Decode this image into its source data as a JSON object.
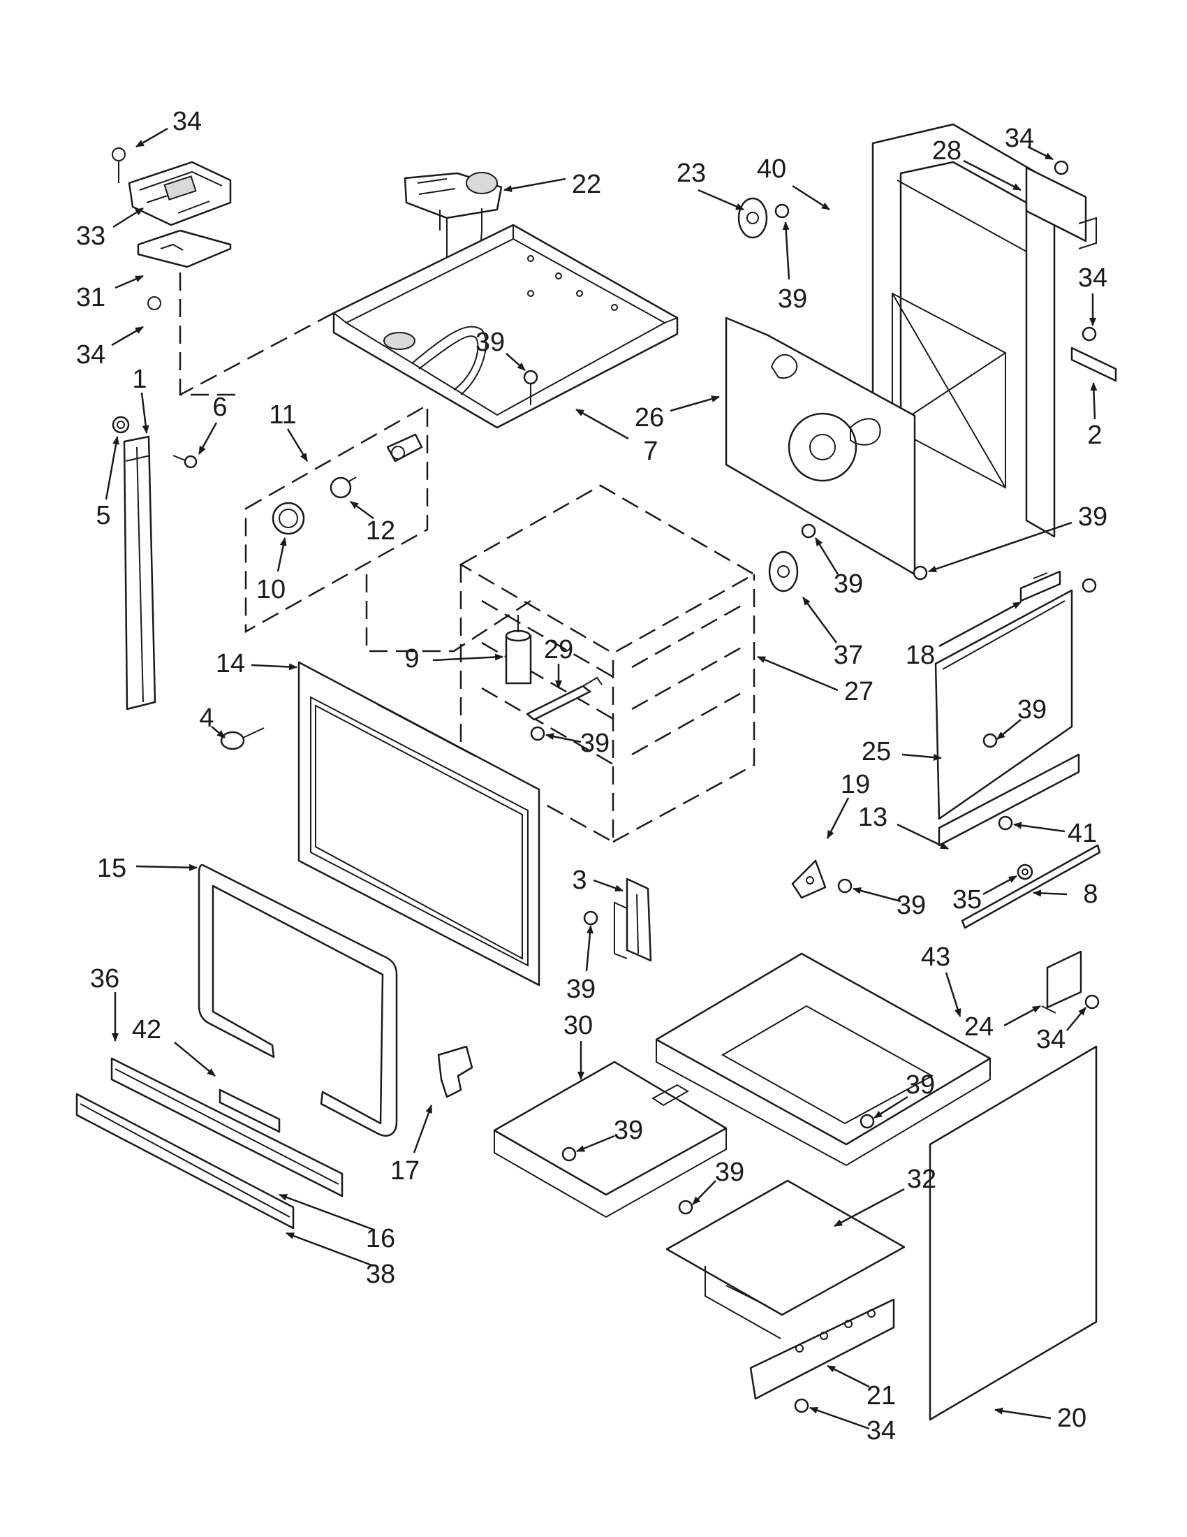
{
  "callouts": [
    {
      "id": "c34a",
      "text": "34"
    },
    {
      "id": "c33",
      "text": "33"
    },
    {
      "id": "c31",
      "text": "31"
    },
    {
      "id": "c34b",
      "text": "34"
    },
    {
      "id": "c1",
      "text": "1"
    },
    {
      "id": "c6",
      "text": "6"
    },
    {
      "id": "c5",
      "text": "5"
    },
    {
      "id": "c22",
      "text": "22"
    },
    {
      "id": "c39a",
      "text": "39"
    },
    {
      "id": "c7",
      "text": "7"
    },
    {
      "id": "c11",
      "text": "11"
    },
    {
      "id": "c12",
      "text": "12"
    },
    {
      "id": "c10",
      "text": "10"
    },
    {
      "id": "c23",
      "text": "23"
    },
    {
      "id": "c40",
      "text": "40"
    },
    {
      "id": "c28",
      "text": "28"
    },
    {
      "id": "c34c",
      "text": "34"
    },
    {
      "id": "c39b",
      "text": "39"
    },
    {
      "id": "c34d",
      "text": "34"
    },
    {
      "id": "c26",
      "text": "26"
    },
    {
      "id": "c2",
      "text": "2"
    },
    {
      "id": "c39c",
      "text": "39"
    },
    {
      "id": "c39d",
      "text": "39"
    },
    {
      "id": "c37",
      "text": "37"
    },
    {
      "id": "c18",
      "text": "18"
    },
    {
      "id": "c14",
      "text": "14"
    },
    {
      "id": "c4",
      "text": "4"
    },
    {
      "id": "c9",
      "text": "9"
    },
    {
      "id": "c29",
      "text": "29"
    },
    {
      "id": "c27",
      "text": "27"
    },
    {
      "id": "c39e",
      "text": "39"
    },
    {
      "id": "c39f",
      "text": "39"
    },
    {
      "id": "c25",
      "text": "25"
    },
    {
      "id": "c19",
      "text": "19"
    },
    {
      "id": "c13",
      "text": "13"
    },
    {
      "id": "c41",
      "text": "41"
    },
    {
      "id": "c15",
      "text": "15"
    },
    {
      "id": "c3",
      "text": "3"
    },
    {
      "id": "c39g",
      "text": "39"
    },
    {
      "id": "c35",
      "text": "35"
    },
    {
      "id": "c8",
      "text": "8"
    },
    {
      "id": "c39h",
      "text": "39"
    },
    {
      "id": "c36",
      "text": "36"
    },
    {
      "id": "c42",
      "text": "42"
    },
    {
      "id": "c30",
      "text": "30"
    },
    {
      "id": "c43",
      "text": "43"
    },
    {
      "id": "c24",
      "text": "24"
    },
    {
      "id": "c34e",
      "text": "34"
    },
    {
      "id": "c39i",
      "text": "39"
    },
    {
      "id": "c39j",
      "text": "39"
    },
    {
      "id": "c17",
      "text": "17"
    },
    {
      "id": "c39k",
      "text": "39"
    },
    {
      "id": "c32",
      "text": "32"
    },
    {
      "id": "c16",
      "text": "16"
    },
    {
      "id": "c38",
      "text": "38"
    },
    {
      "id": "c21",
      "text": "21"
    },
    {
      "id": "c34f",
      "text": "34"
    },
    {
      "id": "c20",
      "text": "20"
    }
  ]
}
